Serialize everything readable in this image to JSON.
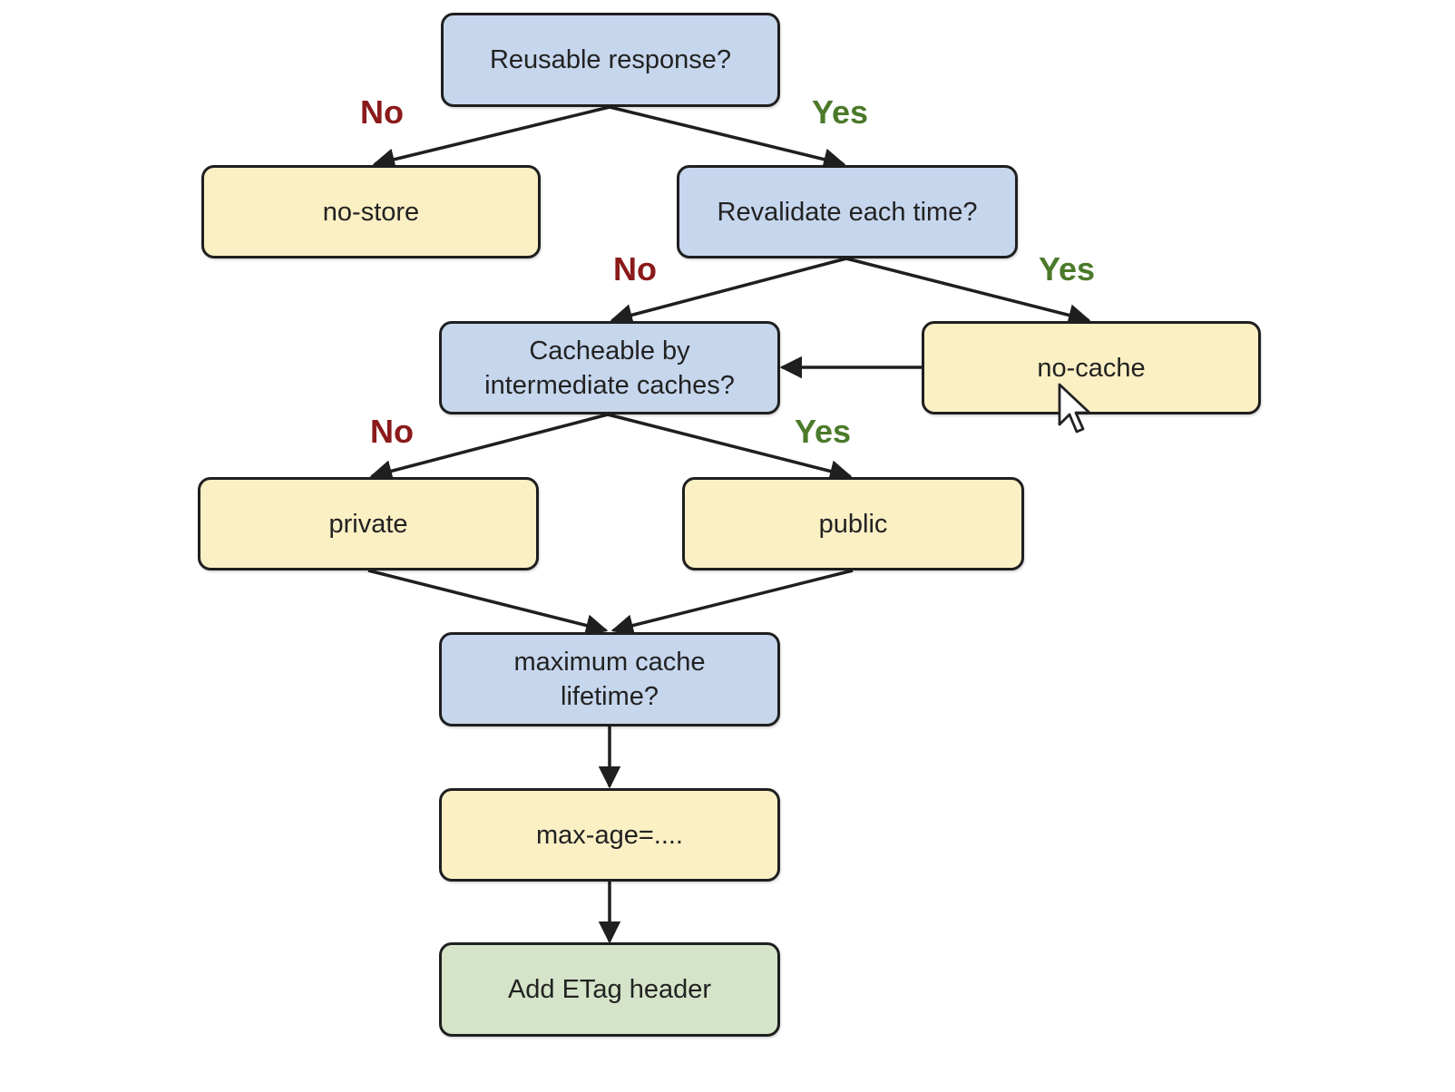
{
  "colors": {
    "decision": "#c6d6ed",
    "action": "#fbefc4",
    "terminal": "#d5e4c8",
    "no": "#8b1a1a",
    "yes": "#4b7a2a",
    "stroke": "#1f1f1f"
  },
  "nodes": {
    "reusable": {
      "label": "Reusable response?",
      "kind": "decision"
    },
    "no_store": {
      "label": "no-store",
      "kind": "action"
    },
    "revalidate": {
      "label": "Revalidate each time?",
      "kind": "decision"
    },
    "cacheable": {
      "label": "Cacheable by\nintermediate caches?",
      "kind": "decision"
    },
    "no_cache": {
      "label": "no-cache",
      "kind": "action"
    },
    "private": {
      "label": "private",
      "kind": "action"
    },
    "public": {
      "label": "public",
      "kind": "action"
    },
    "max_lifetime": {
      "label": "maximum cache\nlifetime?",
      "kind": "decision"
    },
    "max_age": {
      "label": "max-age=....",
      "kind": "action"
    },
    "etag": {
      "label": "Add ETag header",
      "kind": "terminal"
    }
  },
  "branch_labels": {
    "reusable_no": "No",
    "reusable_yes": "Yes",
    "revalidate_no": "No",
    "revalidate_yes": "Yes",
    "cacheable_no": "No",
    "cacheable_yes": "Yes"
  },
  "cursor_icon": "mouse-pointer-icon"
}
